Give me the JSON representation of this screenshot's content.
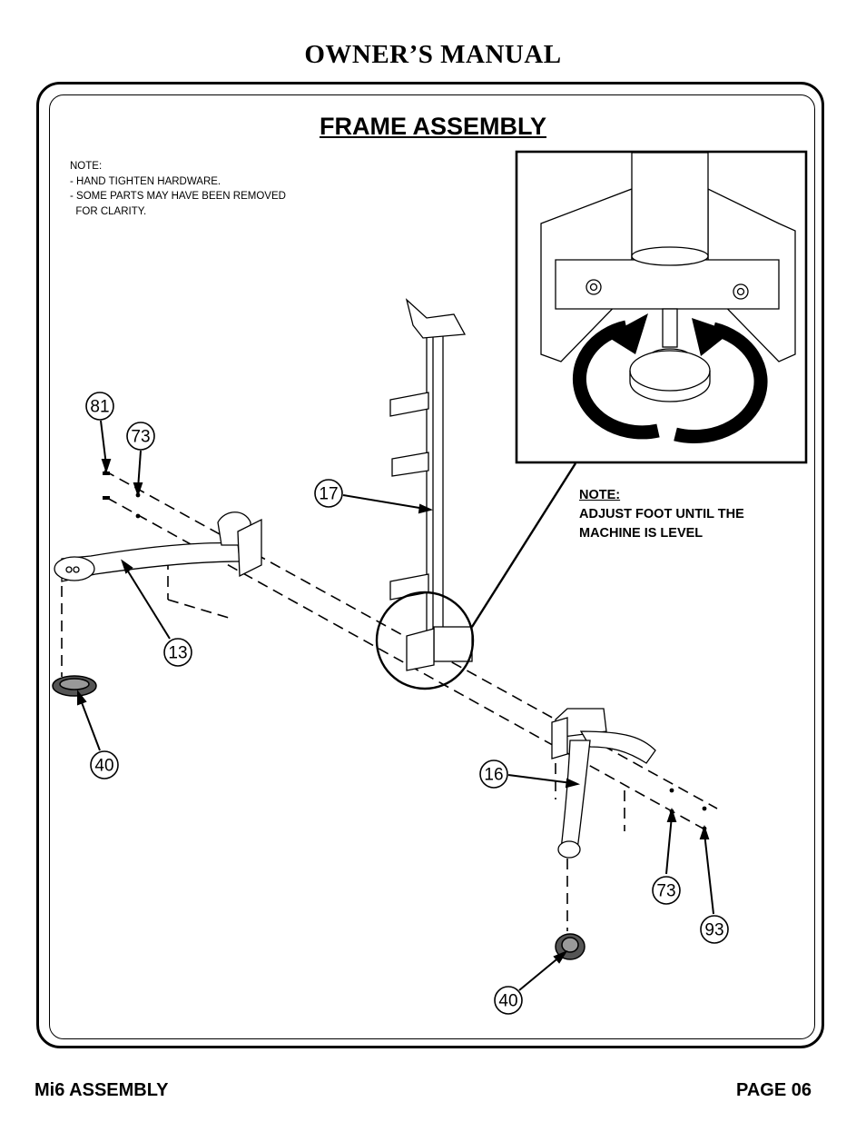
{
  "header": {
    "title": "OWNER’S MANUAL"
  },
  "section": {
    "title": "FRAME ASSEMBLY"
  },
  "notes": {
    "lines": [
      "NOTE:",
      "- HAND TIGHTEN HARDWARE.",
      "- SOME PARTS MAY HAVE BEEN REMOVED",
      "  FOR CLARITY."
    ]
  },
  "callout": {
    "heading": "NOTE:",
    "line1": "ADJUST FOOT UNTIL THE",
    "line2": "MACHINE IS LEVEL"
  },
  "part_labels": {
    "p81": "81",
    "p73a": "73",
    "p17": "17",
    "p13": "13",
    "p40a": "40",
    "p16": "16",
    "p73b": "73",
    "p93": "93",
    "p40b": "40"
  },
  "footer": {
    "left": "Mi6 ASSEMBLY",
    "right": "PAGE 06"
  }
}
